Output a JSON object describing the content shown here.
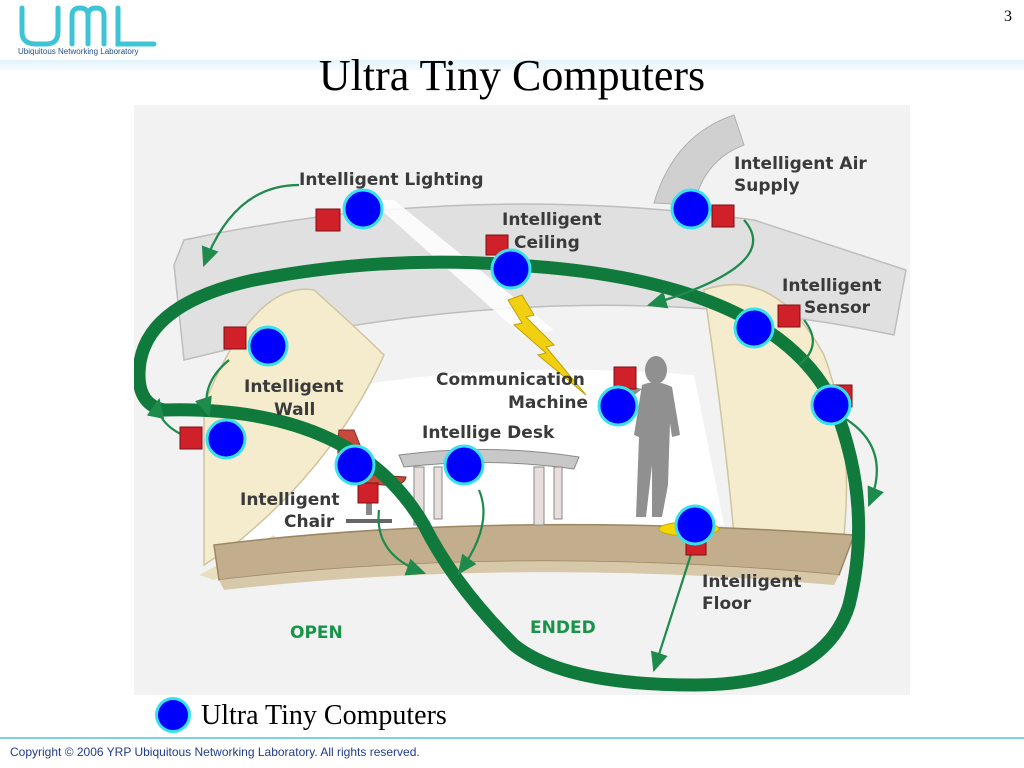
{
  "header": {
    "logo_text": "Ubiquitous Networking Laboratory",
    "page_number": "3",
    "title": "Ultra Tiny Computers"
  },
  "diagram": {
    "labels": {
      "lighting": "Intelligent Lighting",
      "air_supply_1": "Intelligent Air",
      "air_supply_2": "Supply",
      "ceiling_1": "Intelligent",
      "ceiling_2": "Ceiling",
      "sensor_1": "Intelligent",
      "sensor_2": "Sensor",
      "comm_1": "Communication",
      "comm_2": "Machine",
      "wall_1": "Intelligent",
      "wall_2": "Wall",
      "desk": "Intellige Desk",
      "chair_1": "Intelligent",
      "chair_2": "Chair",
      "floor_1": "Intelligent",
      "floor_2": "Floor",
      "open": "OPEN",
      "ended": "ENDED"
    },
    "colors": {
      "computer_dot": "#0000ff",
      "dot_ring": "#38e0f0",
      "loop": "#0f7a3c",
      "arrows": "#1e8a4c",
      "device_box": "#d0202a",
      "lightning": "#f0d010"
    }
  },
  "legend": {
    "label": "Ultra Tiny Computers"
  },
  "footer": {
    "copyright": "Copyright © 2006 YRP Ubiquitous Networking Laboratory. All rights reserved."
  }
}
